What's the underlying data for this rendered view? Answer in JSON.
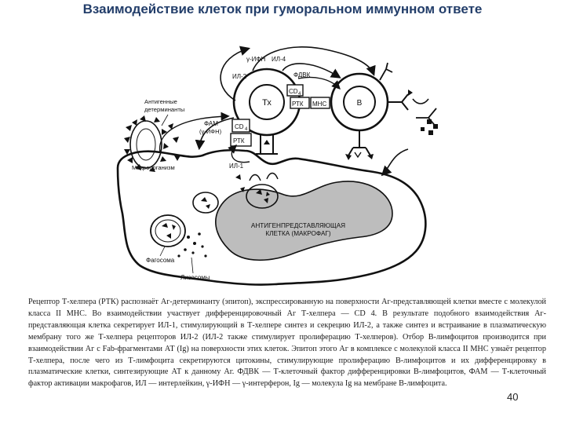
{
  "title": "Взаимодействие клеток при гуморальном иммунном ответе",
  "diagram": {
    "labels": {
      "il2": "ИЛ-2",
      "gamma_ifn": "γ-ИФН",
      "il4": "ИЛ-4",
      "fdvk": "ФДВК",
      "th": "Тх",
      "cd4_top": "CD",
      "cd4_sub": "4",
      "rtk_top": "РТК",
      "mhc_top": "МНС",
      "b_cell": "В",
      "antigen_determinants": "Антигенные детерминанты",
      "fam": "ФАМ",
      "gamma_ifn_paren": "(γ-ИФН)",
      "cd4_left_top": "CD",
      "cd4_left_sub": "4",
      "rtk_left": "РТК",
      "il1": "ИЛ-1",
      "microorganism": "Микроорганизм",
      "apc": "АНТИГЕНПРЕДСТАВЛЯЮЩАЯ КЛЕТКА (МАКРОФАГ)",
      "phagosome": "Фагосома",
      "lysosomes": "Лизосомы"
    }
  },
  "caption": "Рецептор Т-хелпера (РТК) распознаёт Аг-детерминанту (эпитоп), экспрессированную на поверхности Аг-представляющей клетки вместе с молекулой класса II МНС. Во взаимодействии участвует дифференцировочный Аг Т-хелпера — CD 4. В результате подобного взаимодействия Аг-представляющая клетка секретирует ИЛ-1, стимулирующий в Т-хелпере синтез и секрецию ИЛ-2, а также синтез и встраивание в плазматическую мембрану того же Т-хелпера рецепторов ИЛ-2 (ИЛ-2 также стимулирует пролиферацию Т-хелперов). Отбор В-лимфоцитов производится при взаимодействии Аг с Fab-фрагментами АТ (Ig) на поверхности этих клеток. Эпитоп этого Аг в комплексе с молекулой класса II МНС узнаёт рецептор Т-хелпера, после чего из Т-лимфоцита секретируются цитокины, стимулирующие пролиферацию В-лимфоцитов и их дифференцировку в плазматические клетки, синтезирующие АТ к данному Аг. ФДВК — Т-клеточный фактор дифференцировки В-лимфоцитов, ФАМ — Т-клеточный фактор активации макрофагов, ИЛ — интерлейкин, γ-ИФН — γ-интерферон, Ig — молекула Ig на мембране В-лимфоцита.",
  "page_number": "40"
}
